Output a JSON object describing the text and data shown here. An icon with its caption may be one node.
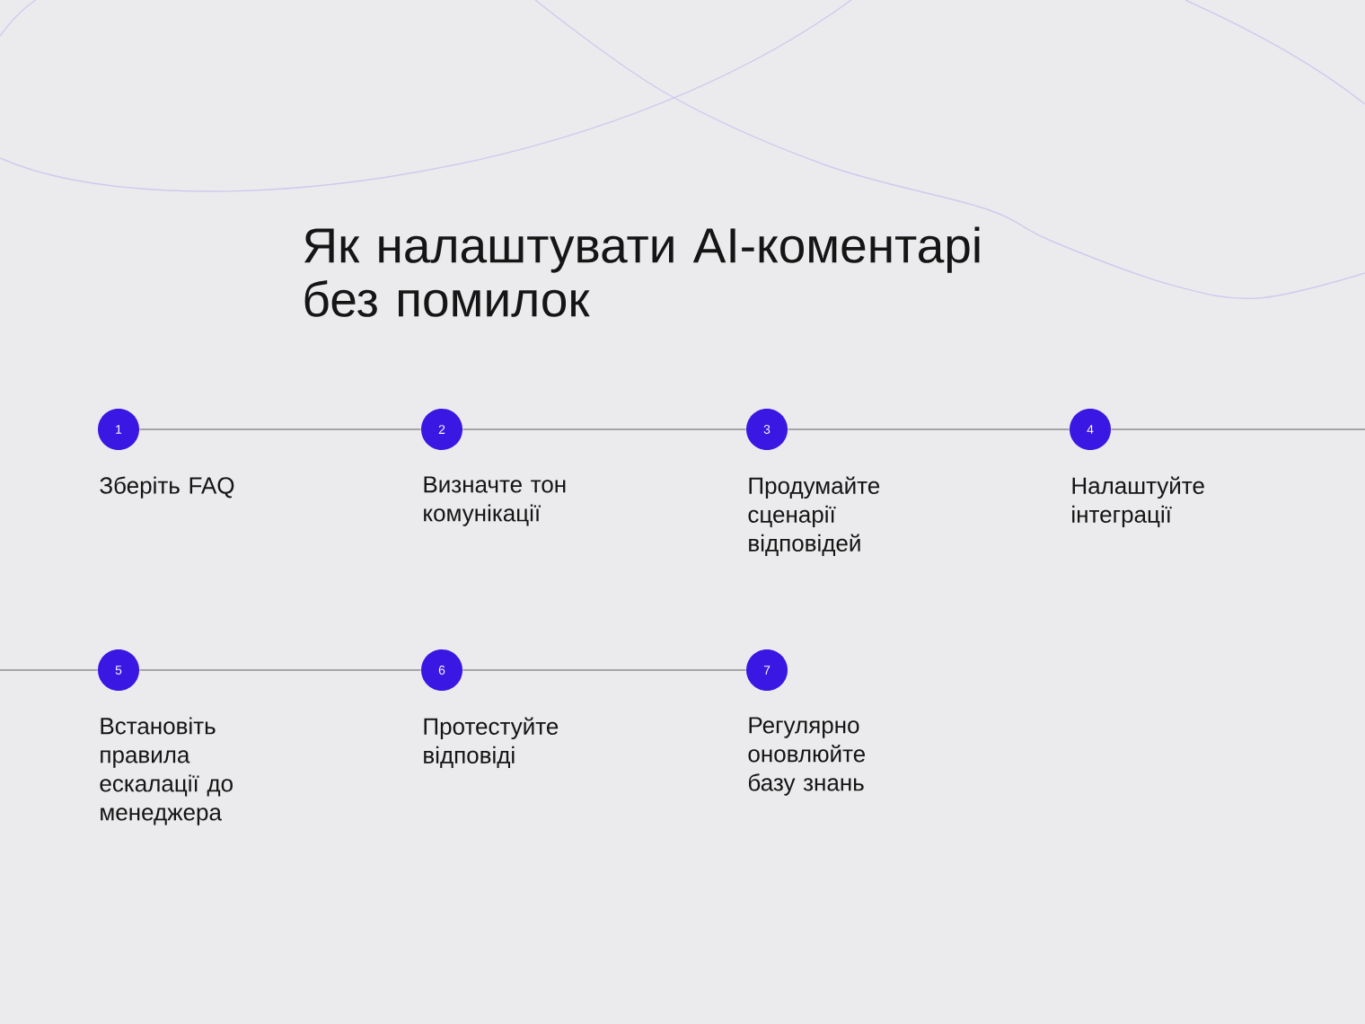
{
  "diagram": {
    "title": "Як налаштувати AI-коментарі без помилок",
    "nodes": [
      {
        "text": [
          "1"
        ],
        "beside": [
          "Зберіть FAQ"
        ]
      },
      {
        "text": [
          "2"
        ],
        "beside": [
          "Визначте тон комунікації"
        ]
      },
      {
        "text": [
          "3"
        ],
        "beside": [
          "Продумайте сценарії відповідей"
        ]
      },
      {
        "text": [
          "4"
        ],
        "beside": [
          "Налаштуйте інтеграції"
        ]
      },
      {
        "text": [
          "5"
        ],
        "beside": [
          "Встановіть правила ескалації до менеджера"
        ]
      },
      {
        "text": [
          "6"
        ],
        "beside": [
          "Протестуйте відповіді"
        ]
      },
      {
        "text": [
          "7"
        ],
        "beside": [
          "Регулярно оновлюйте базу знань"
        ]
      }
    ],
    "edges": [
      {
        "from": 0,
        "to": 1,
        "arrow": "none"
      },
      {
        "from": 1,
        "to": 2,
        "arrow": "none"
      },
      {
        "from": 2,
        "to": 3,
        "arrow": "none"
      },
      {
        "from": 3,
        "to": null,
        "arrow": "none"
      },
      {
        "from": null,
        "to": 4,
        "arrow": "none"
      },
      {
        "from": 4,
        "to": 5,
        "arrow": "none"
      },
      {
        "from": 5,
        "to": 6,
        "arrow": "none"
      }
    ]
  }
}
